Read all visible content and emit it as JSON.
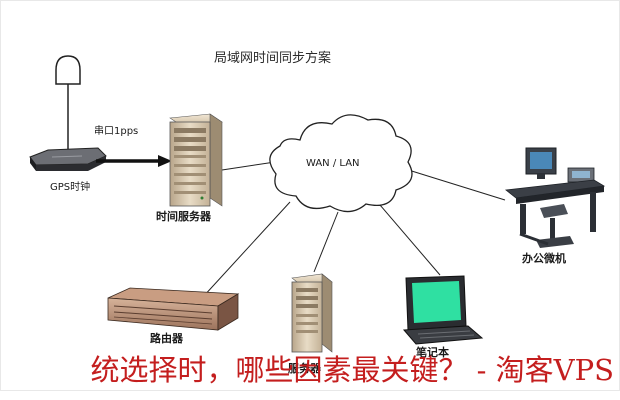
{
  "diagram": {
    "title": "局域网时间同步方案",
    "cloud_label": "WAN / LAN",
    "serial_label": "串口1pps",
    "nodes": {
      "gps": "GPS时钟",
      "time_server": "时间服务器",
      "office_pc": "办公微机",
      "router": "路由器",
      "server": "服务器",
      "laptop": "笔记本"
    }
  },
  "caption": "统选择时，哪些因素最关键？ - 淘客VPS"
}
